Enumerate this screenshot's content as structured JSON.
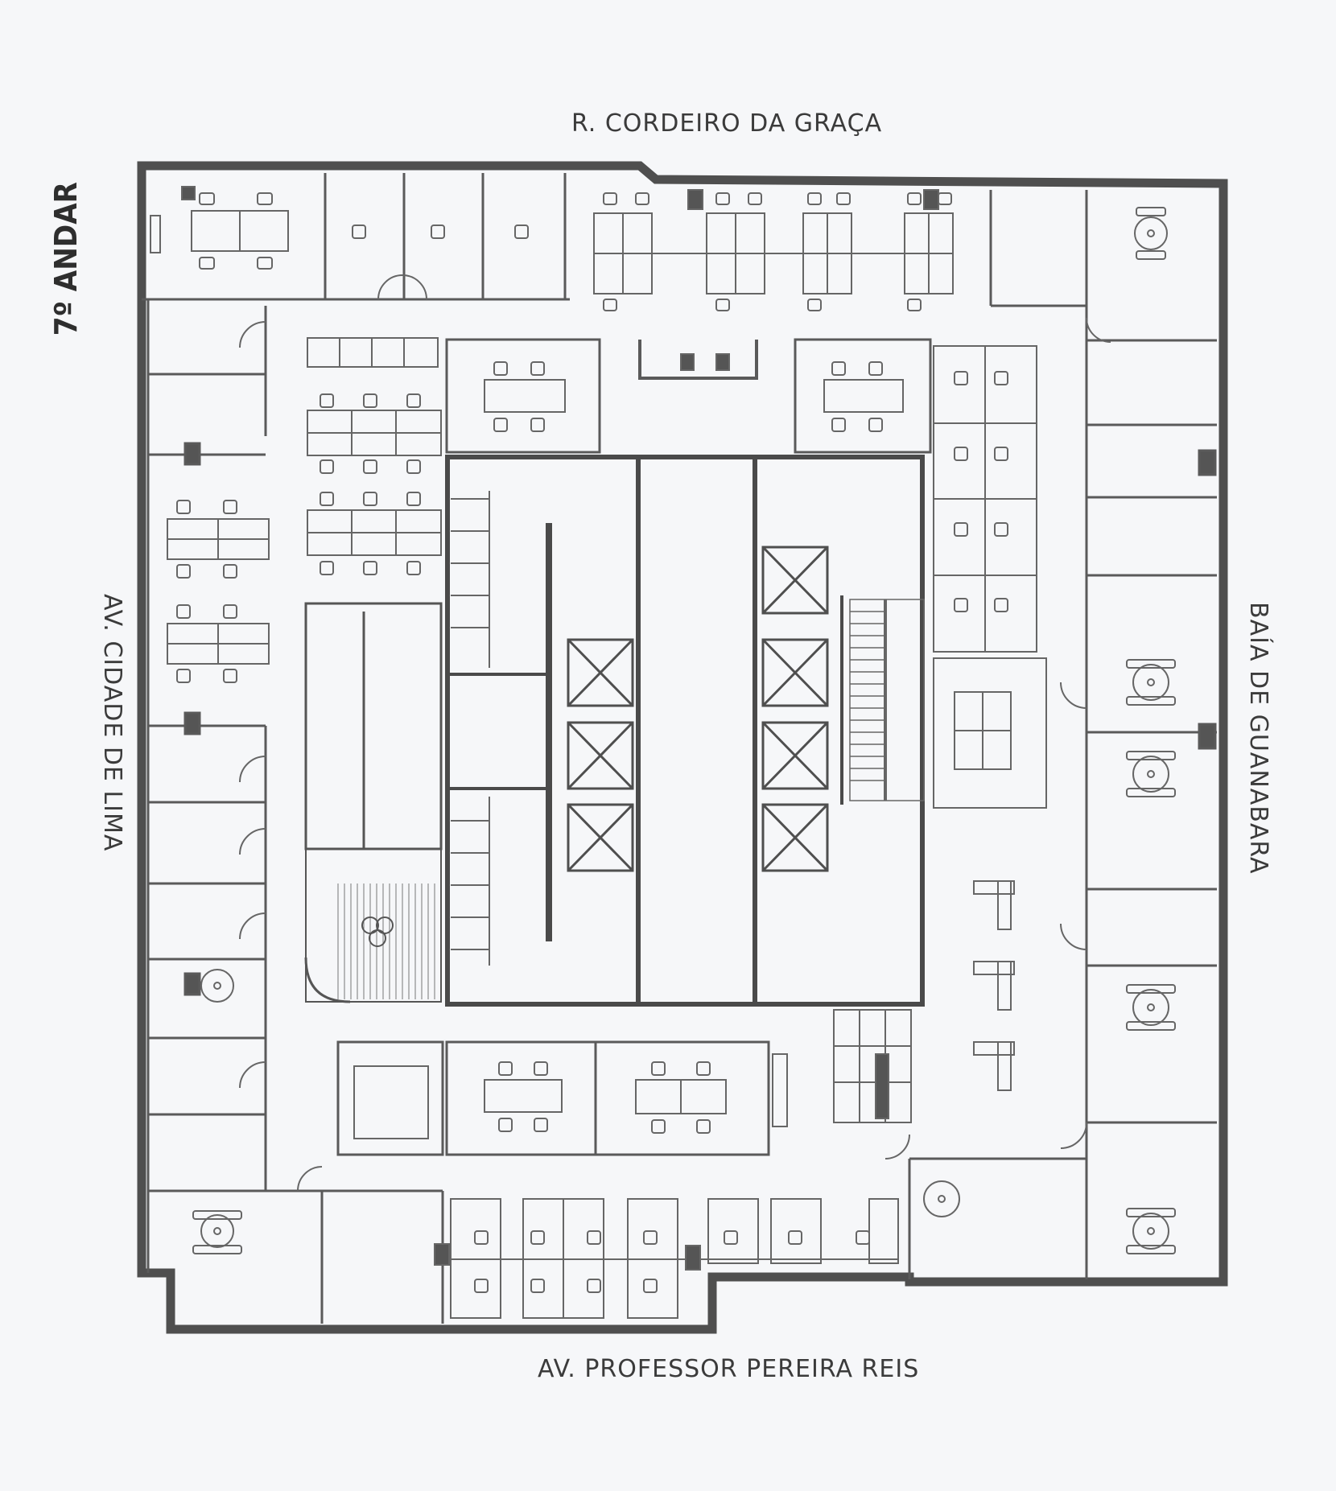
{
  "floor_label": "7º ANDAR",
  "streets": {
    "north": "R. CORDEIRO DA GRAÇA",
    "south": "AV. PROFESSOR PEREIRA REIS",
    "west": "AV. CIDADE DE LIMA",
    "east": "BAÍA DE GUANABARA"
  },
  "colors": {
    "wall": "#4f4f4f",
    "line": "#6a6a6a",
    "background": "#f6f7f9"
  },
  "icons": {
    "elevator": "x-box-icon",
    "chair": "chair-icon",
    "round-table": "round-table-icon"
  }
}
